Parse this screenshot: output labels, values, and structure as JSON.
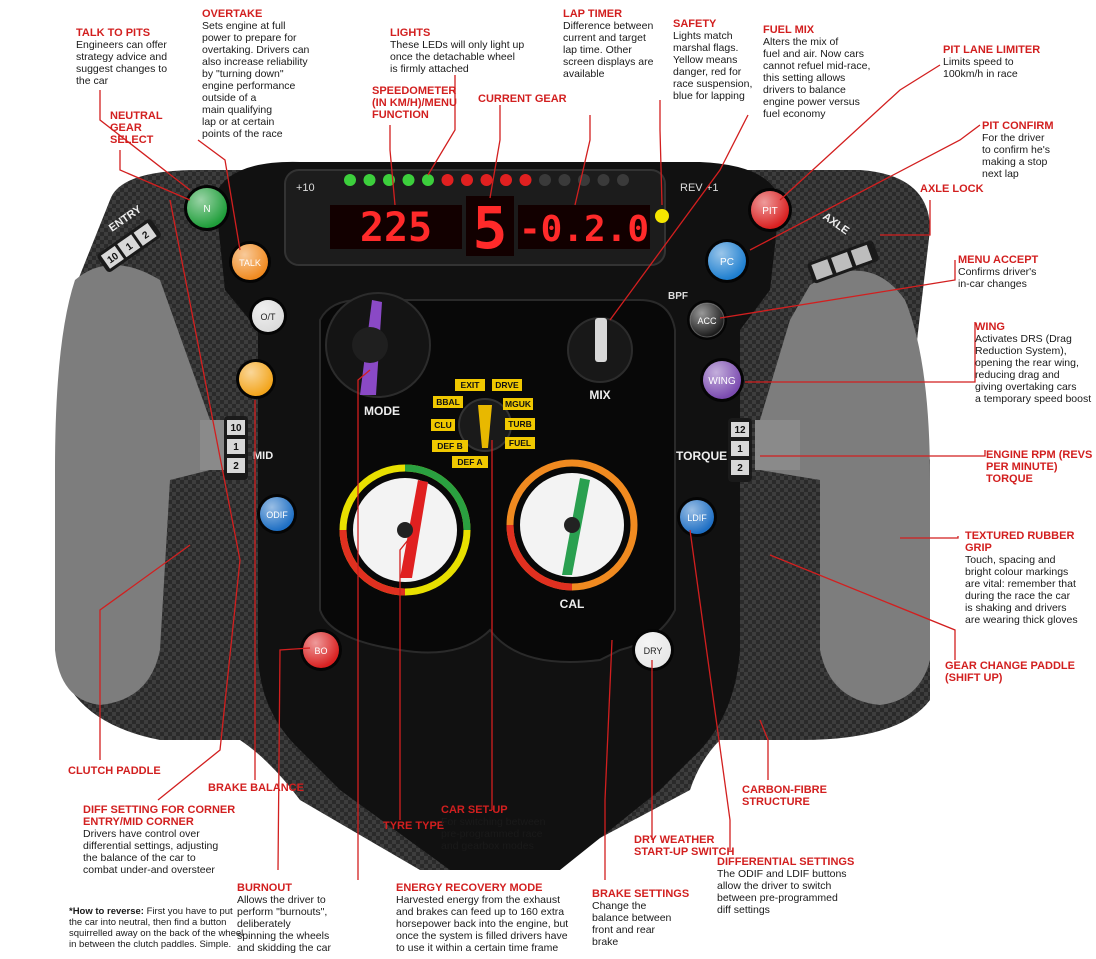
{
  "callouts": {
    "talk_to_pits": {
      "title": "TALK TO PITS",
      "body": "Engineers can offer\nstrategy advice and\nsuggest changes to\nthe car"
    },
    "overtake": {
      "title": "OVERTAKE",
      "body": "Sets engine at full\npower to prepare for\novertaking. Drivers can\nalso increase reliability\nby \"turning down\"\nengine performance\noutside of a\nmain qualifying\nlap or at certain\npoints of the race"
    },
    "lights": {
      "title": "LIGHTS",
      "body": "These LEDs will only light up\nonce the detachable wheel\nis firmly attached"
    },
    "lap_timer": {
      "title": "LAP TIMER",
      "body": "Difference between\ncurrent and target\nlap time. Other\nscreen displays are\navailable"
    },
    "safety": {
      "title": "SAFETY",
      "body": "Lights match\nmarshal flags.\nYellow means\ndanger, red for\nrace suspension,\nblue for lapping"
    },
    "fuel_mix": {
      "title": "FUEL MIX",
      "body": "Alters the mix of\nfuel and air. Now cars\ncannot refuel mid-race,\nthis setting allows\ndrivers to balance\nengine power versus\nfuel economy"
    },
    "pit_lane_limiter": {
      "title": "PIT LANE LIMITER",
      "body": "Limits speed to\n100km/h in race"
    },
    "neutral_gear": {
      "title": "NEUTRAL\nGEAR\nSELECT",
      "body": ""
    },
    "speedometer": {
      "title": "SPEEDOMETER\n(IN KM/H)/MENU\nFUNCTION",
      "body": ""
    },
    "current_gear": {
      "title": "CURRENT GEAR",
      "body": ""
    },
    "pit_confirm": {
      "title": "PIT CONFIRM",
      "body": "For the driver\nto confirm he's\nmaking a stop\nnext lap"
    },
    "axle_lock": {
      "title": "AXLE LOCK",
      "body": ""
    },
    "menu_accept": {
      "title": "MENU ACCEPT",
      "body": "Confirms driver's\nin-car changes"
    },
    "wing": {
      "title": "WING",
      "body": "Activates DRS (Drag\nReduction System),\nopening the rear wing,\nreducing drag and\ngiving overtaking cars\na temporary speed boost"
    },
    "engine_rpm": {
      "title": "ENGINE RPM (REVS\nPER MINUTE) TORQUE",
      "body": ""
    },
    "textured_grip": {
      "title": "TEXTURED RUBBER GRIP",
      "body": "Touch, spacing and\nbright colour markings\nare vital: remember that\nduring the race the car\nis shaking and drivers\nare wearing thick gloves"
    },
    "gear_change_paddle": {
      "title": "GEAR CHANGE PADDLE\n(SHIFT UP)",
      "body": ""
    },
    "carbon_fibre": {
      "title": "CARBON-FIBRE\nSTRUCTURE",
      "body": ""
    },
    "clutch_paddle": {
      "title": "CLUTCH PADDLE",
      "body": ""
    },
    "brake_balance": {
      "title": "BRAKE BALANCE",
      "body": ""
    },
    "diff_setting": {
      "title": "DIFF SETTING FOR CORNER\nENTRY/MID CORNER",
      "body": "Drivers have control over\ndifferential settings, adjusting\nthe balance of the car to\ncombat under-and oversteer"
    },
    "tyre_type": {
      "title": "TYRE TYPE",
      "body": ""
    },
    "car_setup": {
      "title": "CAR SET-UP",
      "body": "For switching between\npre-programmed race\nand gearbox modes"
    },
    "dry_weather": {
      "title": "DRY WEATHER\nSTART-UP SWITCH",
      "body": ""
    },
    "differential_settings": {
      "title": "DIFFERENTIAL SETTINGS",
      "body": "The ODIF and LDIF buttons\nallow the driver to switch\nbetween pre-programmed\ndiff settings"
    },
    "burnout": {
      "title": "BURNOUT",
      "body": "Allows the driver to\nperform \"burnouts\",\ndeliberately\nspinning the wheels\nand skidding the car"
    },
    "energy_recovery": {
      "title": "ENERGY RECOVERY MODE",
      "body": "Harvested energy from the exhaust\nand brakes can feed up to 160 extra\nhorsepower back into the engine, but\nonce the system is filled drivers have\nto use it within a certain time frame"
    },
    "brake_settings": {
      "title": "BRAKE SETTINGS",
      "body": "Change the\nbalance between\nfront and rear\nbrake"
    }
  },
  "note": {
    "lead": "*How to reverse:",
    "text": " First you have to put\nthe car into neutral, then find a button\nsquirrelled away on the back of the wheel\nin between the clutch paddles. Simple."
  },
  "wheel": {
    "display_left": "225",
    "display_gear": "5",
    "display_right": "-0.2.0",
    "buttons": {
      "n": "N",
      "talk": "TALK",
      "ot": "O/T",
      "pit": "PIT",
      "pc": "PC",
      "acc": "ACC",
      "wing": "WING",
      "odif": "ODIF",
      "ldif": "LDIF",
      "bo": "BO",
      "dry": "DRY"
    },
    "labels": {
      "plus10": "+10",
      "rev": "REV",
      "plus1": "+1",
      "entry": "ENTRY",
      "axle": "AXLE",
      "bpf": "BPF",
      "mode": "MODE",
      "mix": "MIX",
      "mid": "MID",
      "torque": "TORQUE",
      "cal": "CAL"
    },
    "rotary_positions": [
      "EXIT",
      "DRVE",
      "BBAL",
      "MGUK",
      "CLU",
      "TURB",
      "DEF B",
      "FUEL",
      "DEF A"
    ],
    "thumbwheel_left_top": [
      "10",
      "1",
      "2"
    ],
    "thumbwheel_left_mid": [
      "10",
      "1",
      "2"
    ],
    "thumbwheel_right_mid": [
      "12",
      "1",
      "2"
    ],
    "led_colors": [
      "#3ccf3c",
      "#3ccf3c",
      "#3ccf3c",
      "#3ccf3c",
      "#3ccf3c",
      "#e02020",
      "#e02020",
      "#e02020",
      "#e02020",
      "#e02020",
      "#3a3a3a",
      "#3a3a3a",
      "#3a3a3a",
      "#3a3a3a",
      "#3a3a3a"
    ]
  }
}
